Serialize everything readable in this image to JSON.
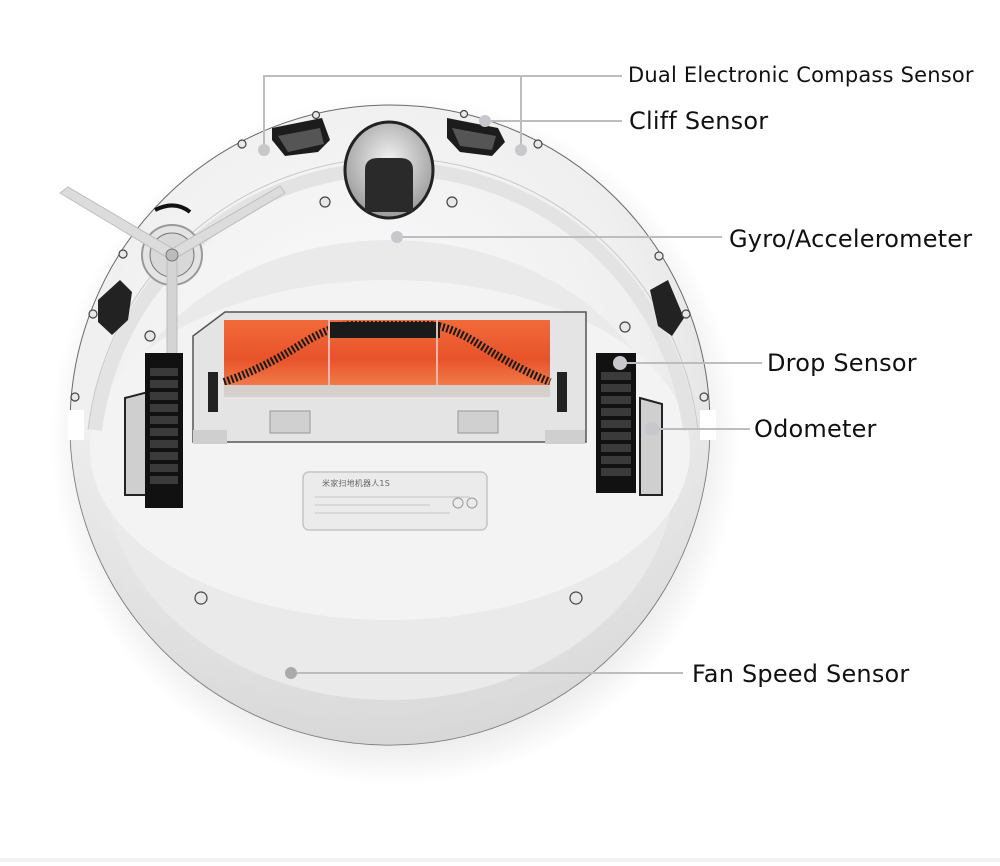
{
  "diagram": {
    "subject": "Robot vacuum underside",
    "colors": {
      "background": "#ffffff",
      "body": "#f1f1f1",
      "rim": "#d9d9d9",
      "brush_chamber": "#e8532a",
      "leader_line": "#bdbdbd",
      "leader_dot": "#c8c8cc",
      "text": "#111111"
    },
    "callouts": [
      {
        "id": "dual-electronic-compass",
        "label": "Dual Electronic Compass Sensor"
      },
      {
        "id": "cliff-sensor",
        "label": "Cliff Sensor"
      },
      {
        "id": "gyro-accelerometer",
        "label": "Gyro/Accelerometer"
      },
      {
        "id": "drop-sensor",
        "label": "Drop Sensor"
      },
      {
        "id": "odometer",
        "label": "Odometer"
      },
      {
        "id": "fan-speed-sensor",
        "label": "Fan Speed Sensor"
      }
    ],
    "nameplate": {
      "title": "米家扫地机器人1S"
    }
  }
}
